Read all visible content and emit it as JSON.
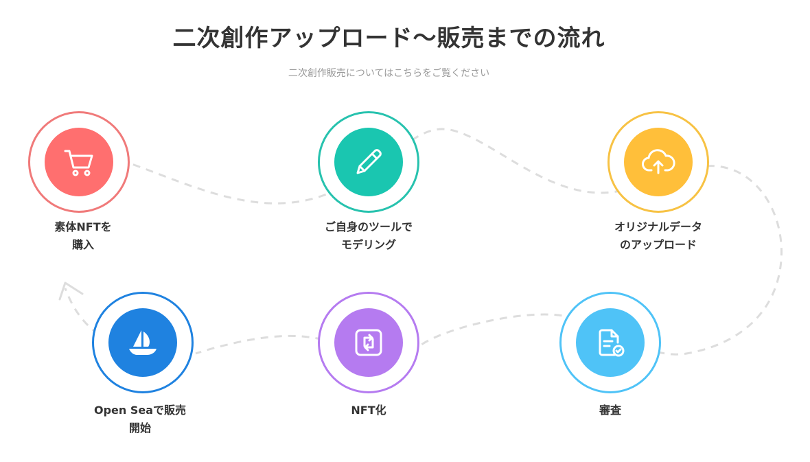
{
  "title": "二次創作アップロード〜販売までの流れ",
  "subtitle": "二次創作販売についてはこちらをご覧ください",
  "steps": [
    {
      "id": "purchase",
      "icon": "cart-icon",
      "color": "#FF6F6F",
      "ring": "#F07A7A",
      "label_lines": [
        "素体NFTを",
        "購入"
      ]
    },
    {
      "id": "modeling",
      "icon": "pencil-icon",
      "color": "#1AC6B0",
      "ring": "#27C2AE",
      "label_lines": [
        "ご自身のツールで",
        "モデリング"
      ]
    },
    {
      "id": "upload",
      "icon": "cloud-upload-icon",
      "color": "#FFBF3A",
      "ring": "#F7C244",
      "label_lines": [
        "オリジナルデータ",
        "のアップロード"
      ]
    },
    {
      "id": "review",
      "icon": "document-check-icon",
      "color": "#4FC3F7",
      "ring": "#4FC3F7",
      "label_lines": [
        "審査"
      ]
    },
    {
      "id": "nft",
      "icon": "repeat-icon",
      "color": "#B57BF0",
      "ring": "#B57BF0",
      "label_lines": [
        "NFT化"
      ]
    },
    {
      "id": "opensea",
      "icon": "sailboat-icon",
      "color": "#1F82E0",
      "ring": "#1F82E0",
      "label_lines": [
        "Open Seaで販売",
        "開始"
      ]
    }
  ]
}
